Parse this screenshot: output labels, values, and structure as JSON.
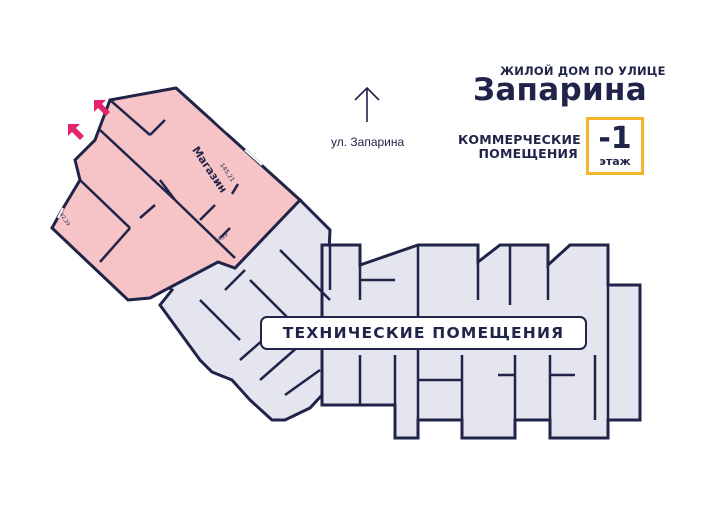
{
  "header": {
    "subtitle": "ЖИЛОЙ ДОМ ПО УЛИЦЕ",
    "title": "Запарина"
  },
  "street_label": "ул. Запарина",
  "section": {
    "line1": "КОММЕРЧЕСКИЕ",
    "line2": "ПОМЕЩЕНИЯ"
  },
  "floor": {
    "number": "-1",
    "label": "этаж"
  },
  "shop": {
    "name": "Магазин",
    "area": "145,21"
  },
  "dimensions": {
    "a": "42,29",
    "b": "94,29"
  },
  "tech_label": "ТЕХНИЧЕСКИЕ ПОМЕЩЕНИЯ",
  "colors": {
    "wall": "#1f2448",
    "commercial_fill": "#f6c3c6",
    "technical_fill": "#e4e5ef",
    "entrance_arrow": "#e6246d",
    "floor_box_border": "#f3b52a"
  }
}
